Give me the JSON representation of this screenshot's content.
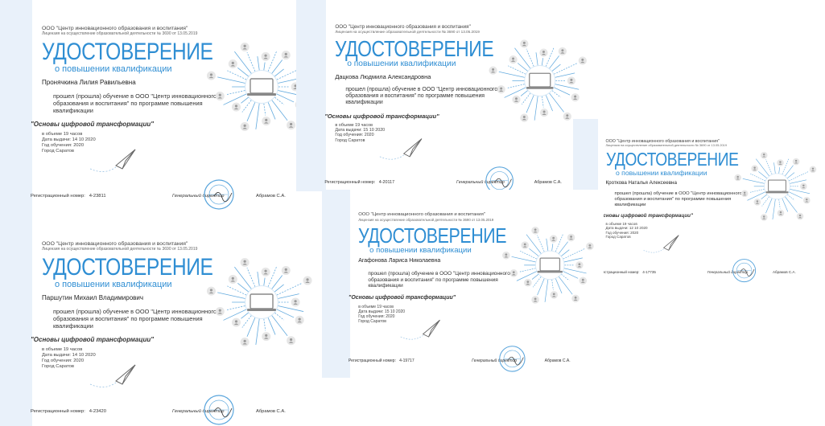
{
  "common": {
    "org": "ООО \"Центр инновационного образования и воспитания\"",
    "license": "Лицензия на осуществление образовательной деятельности № 3690 от 13.05.2019",
    "title": "УДОСТОВЕРЕНИЕ",
    "subtitle": "о повышении квалификации",
    "program": "\"Основы цифровой трансформации\"",
    "hours": "в объеме  19 часов",
    "year": "Год обучения:  2020",
    "city": "Город Саратов",
    "reg_label": "Регистрационный номер:",
    "director": "Генеральный директор",
    "signature": "Абрамов С.А.",
    "accent_color": "#2f8ed3"
  },
  "certificates": [
    {
      "name": "Пронячкина Лилия Равильевна",
      "body": "прошел (прошла) обучение в ООО \"Центр инновационного образования и воспитания\" по программе повышения квалификации",
      "date": "Дата выдачи:  14 10 2020",
      "reg_number": "4-23811"
    },
    {
      "name": "Дацкова Людмила Александровна",
      "body": "прошел (прошла) обучение в ООО \"Центр инновационного образования и воспитания\" по программе повышения квалификации",
      "date": "Дата выдачи:  15 10 2020",
      "reg_number": "4-20117"
    },
    {
      "name": "Кроткова Наталья Алексеевна",
      "body": "прошел (прошла) обучение в ООО \"Центр инновационного образования и воспитания\" по программе повышения квалификации",
      "date": "Дата выдачи:  12 10 2020",
      "reg_number": "4-17735"
    },
    {
      "name": "Паршутин Михаил Владимирович",
      "body": "прошел (прошла) обучение в ООО \"Центр инновационного образования и воспитания\" по программе повышения квалификации",
      "date": "Дата выдачи:  14 10 2020",
      "reg_number": "4-23420"
    },
    {
      "name": "Агафонова Лариса Николаевна",
      "body": "прошел (прошла) обучение в ООО \"Центр инновационного образования и воспитания\" по программе повышения квалификации",
      "date": "Дата выдачи:  15 10 2020",
      "reg_number": "4-19717"
    }
  ]
}
